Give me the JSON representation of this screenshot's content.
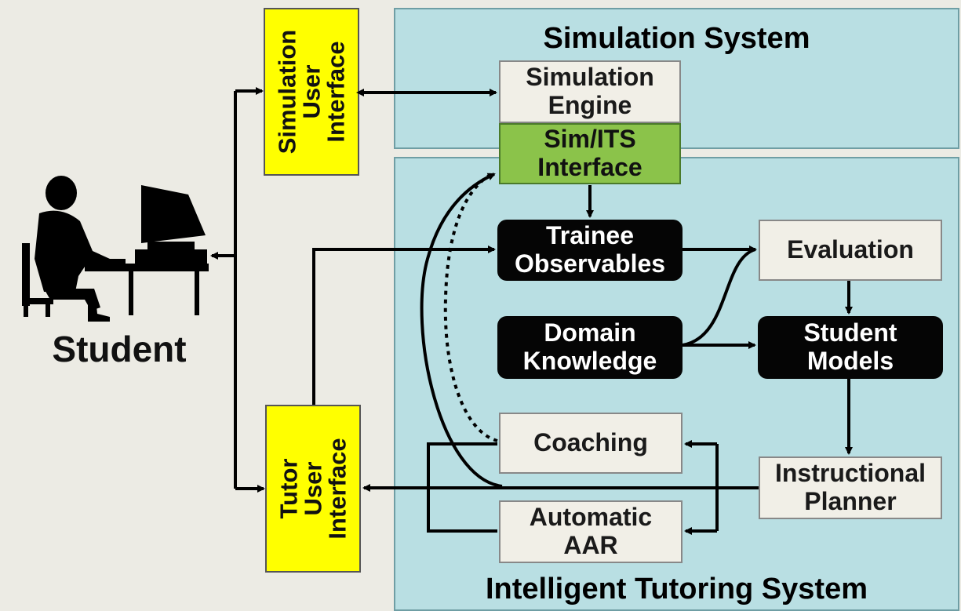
{
  "regions": {
    "simulation_system": "Simulation System",
    "its": "Intelligent Tutoring System"
  },
  "student": {
    "label": "Student"
  },
  "interfaces": {
    "simulation_ui": "Simulation\nUser\nInterface",
    "tutor_ui": "Tutor\nUser\nInterface"
  },
  "nodes": {
    "simulation_engine": "Simulation\nEngine",
    "sim_its_interface": "Sim/ITS\nInterface",
    "trainee_observables": "Trainee\nObservables",
    "domain_knowledge": "Domain\nKnowledge",
    "evaluation": "Evaluation",
    "student_models": "Student\nModels",
    "coaching": "Coaching",
    "automatic_aar": "Automatic\nAAR",
    "instructional_planner": "Instructional\nPlanner"
  },
  "colors": {
    "background": "#ecebe4",
    "region_fill": "#b9dfe3",
    "interface_yellow": "#ffff00",
    "sim_its_green": "#8bc34a",
    "dark_box": "#050505",
    "light_box": "#f1efe7"
  }
}
